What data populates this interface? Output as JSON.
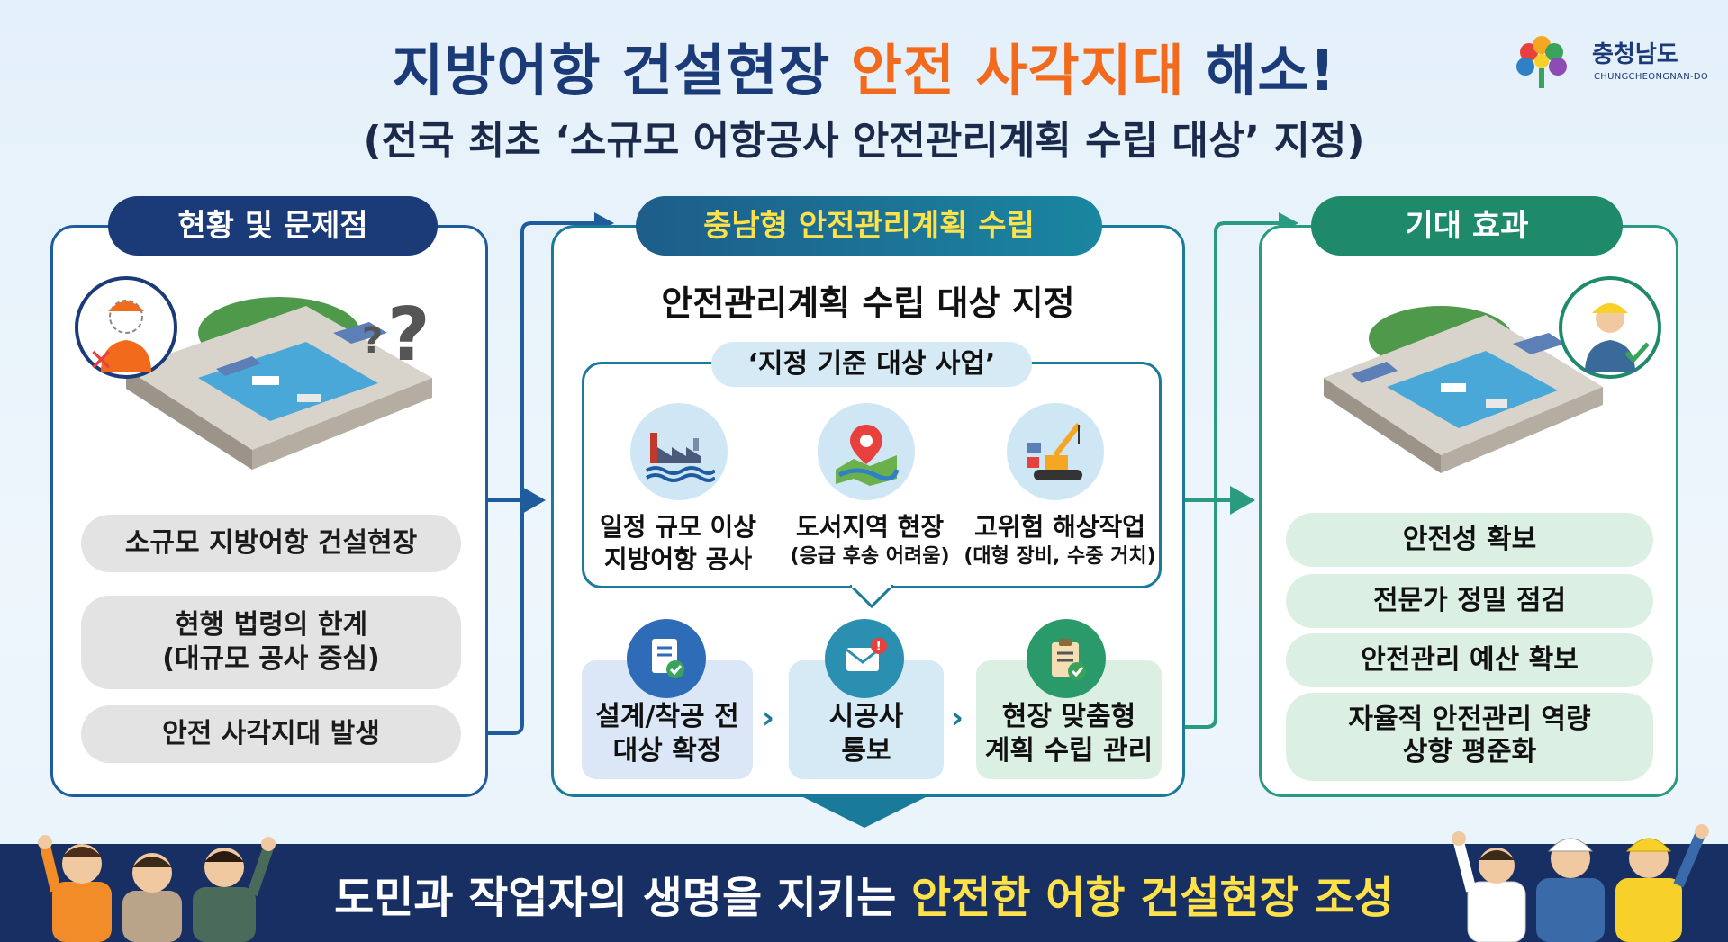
{
  "title": {
    "line1_pre": "지방어항 건설현장 ",
    "line1_accent": "안전 사각지대",
    "line1_post": " 해소!",
    "line2": "(전국 최초 ‘소규모 어항공사 안전관리계획 수립 대상’ 지정)"
  },
  "logo": {
    "name": "충청남도",
    "sub": "CHUNGCHEONGNAN-DO",
    "colors": [
      "#e8403c",
      "#f5a623",
      "#3aa35b",
      "#2f80c4",
      "#8d4bb5"
    ]
  },
  "left_panel": {
    "header": "현황 및 문제점",
    "items": [
      {
        "line1": "소규모 지방어항 건설현장"
      },
      {
        "line1": "현행 법령의 한계",
        "line2": "(대규모 공사 중심)"
      },
      {
        "line1": "안전 사각지대 발생"
      }
    ],
    "icons": [
      "worker-with-x-icon",
      "question-marks-icon",
      "harbor-illustration-icon"
    ]
  },
  "mid_panel": {
    "header": "충남형 안전관리계획 수립",
    "subtitle": "안전관리계획 수립 대상 지정",
    "criteria_label": "‘지정 기준 대상 사업’",
    "criteria": [
      {
        "icon": "factory-icon",
        "line1": "일정 규모 이상",
        "line2": "지방어항 공사"
      },
      {
        "icon": "map-pin-icon",
        "line1": "도서지역 현장",
        "line2": "(응급 후송 어려움)"
      },
      {
        "icon": "crane-icon",
        "line1": "고위험 해상작업",
        "line2": "(대형 장비, 수중 거치)"
      }
    ],
    "steps": [
      {
        "icon": "document-check-icon",
        "line1": "설계/착공 전",
        "line2": "대상 확정"
      },
      {
        "icon": "envelope-alert-icon",
        "line1": "시공사",
        "line2": "통보"
      },
      {
        "icon": "clipboard-check-icon",
        "line1": "현장 맞춤형",
        "line2": "계획 수립 관리"
      }
    ],
    "step_chevron": "›"
  },
  "right_panel": {
    "header": "기대 효과",
    "items": [
      {
        "line1": "안전성 확보"
      },
      {
        "line1": "전문가 정밀 점검"
      },
      {
        "line1": "안전관리 예산 확보"
      },
      {
        "line1": "자율적 안전관리 역량",
        "line2": "상향 평준화"
      }
    ],
    "icons": [
      "worker-check-icon",
      "harbor-illustration-icon"
    ]
  },
  "banner": {
    "pre": "도민과 작업자의 생명을 지키는 ",
    "accent": "안전한 어항 건설현장 조성"
  },
  "colors": {
    "navy": "#1b3a78",
    "orange": "#f26a1b",
    "teal": "#1a7a9a",
    "green": "#1e8a6a",
    "yellow": "#ffe24a",
    "banner": "#172f63"
  }
}
